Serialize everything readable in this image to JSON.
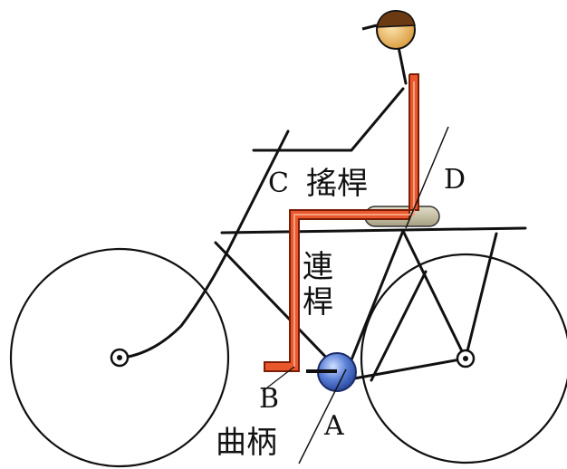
{
  "colors": {
    "line": "#111111",
    "linkage": "#e8582c",
    "linkage_edge": "#7a1e08",
    "seat": "#c9c2a6",
    "hub": "#5a7fd6",
    "head": "#e8b86a"
  },
  "labels": {
    "c": "C",
    "rocker": "搖桿",
    "d": "D",
    "rod_line1": "連",
    "rod_line2": "桿",
    "b": "B",
    "a": "A",
    "crank": "曲柄"
  }
}
